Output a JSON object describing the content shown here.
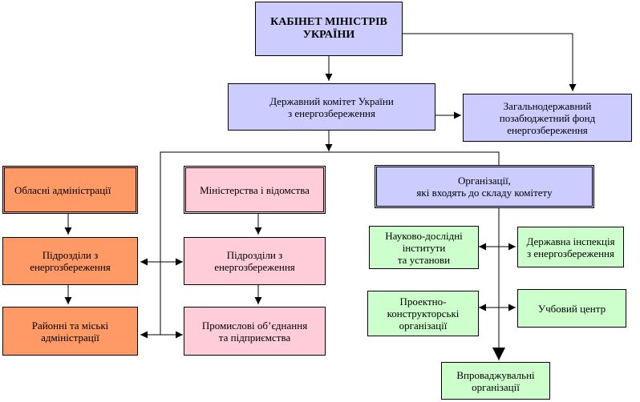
{
  "diagram": {
    "cabinet": "КАБІНЕТ МІНІСТРІВ\nУКРАЇНИ",
    "state_committee": "Державний комітет України\nз енергозбереження",
    "fund": "Загальнодержавний\nпозабюджетний фонд\nенергозбереження",
    "regional_admins": "Обласні адміністрації",
    "ministries": "Міністерства і відомства",
    "committee_orgs": "Організації,\nякі входять до складу комітету",
    "regional_units": "Підрозділи з\nенергозбереження",
    "ministry_units": "Підрозділи з\nенергозбереження",
    "district_admins": "Районні та міські\nадміністрації",
    "industrial": "Промислові об’єднання\nта підприємства",
    "research": "Науково-дослідні\nінститути\nта установи",
    "inspection": "Державна інспекція\nз енергозбереження",
    "design": "Проектно-\nконструкторські\nорганізації",
    "training": "Учбовий центр",
    "implementing": "Впроваджувальні\nорганізації"
  }
}
